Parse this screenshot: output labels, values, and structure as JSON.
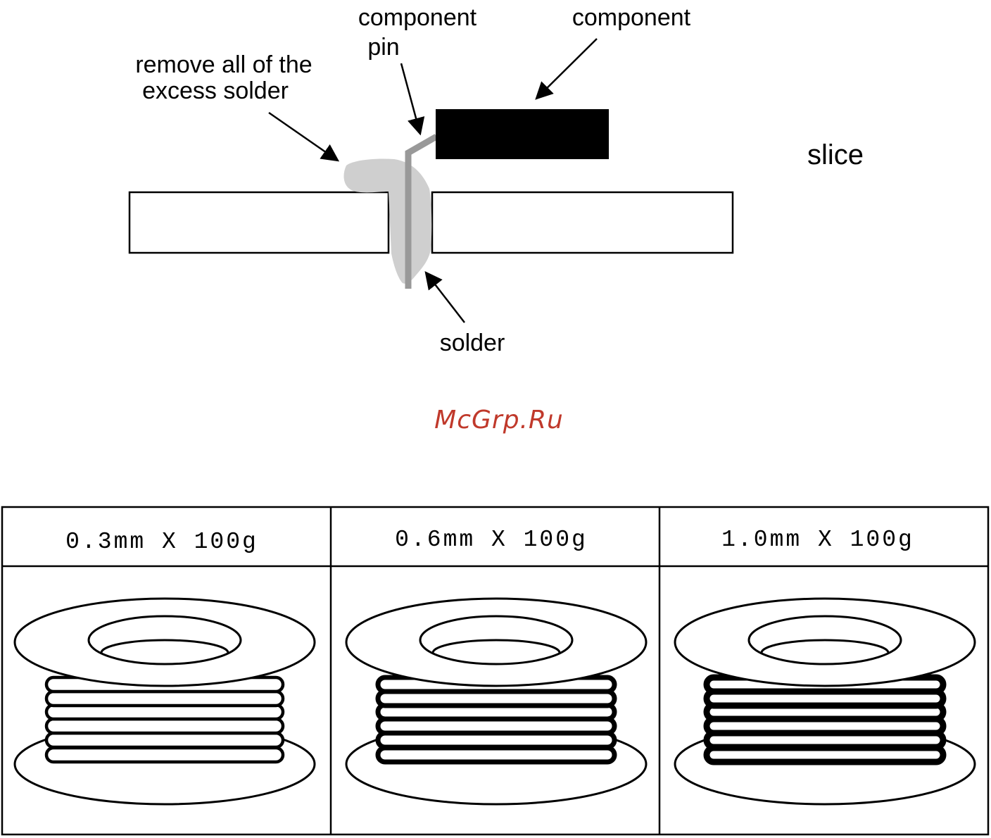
{
  "cross_section": {
    "labels": {
      "component_pin_line1": "component",
      "component_pin_line2": "pin",
      "component": "component",
      "remove_line1": "remove all of the",
      "remove_line2": "excess solder",
      "slice": "slice",
      "solder": "solder"
    }
  },
  "watermark": {
    "text": "McGrp.Ru",
    "color": "#c0392b"
  },
  "spools": {
    "items": [
      {
        "label": "0.3mm X 100g"
      },
      {
        "label": "0.6mm X 100g"
      },
      {
        "label": "1.0mm X 100g"
      }
    ]
  },
  "colors": {
    "solder": "#cfcfcf",
    "pin": "#999999",
    "component": "#000000"
  }
}
